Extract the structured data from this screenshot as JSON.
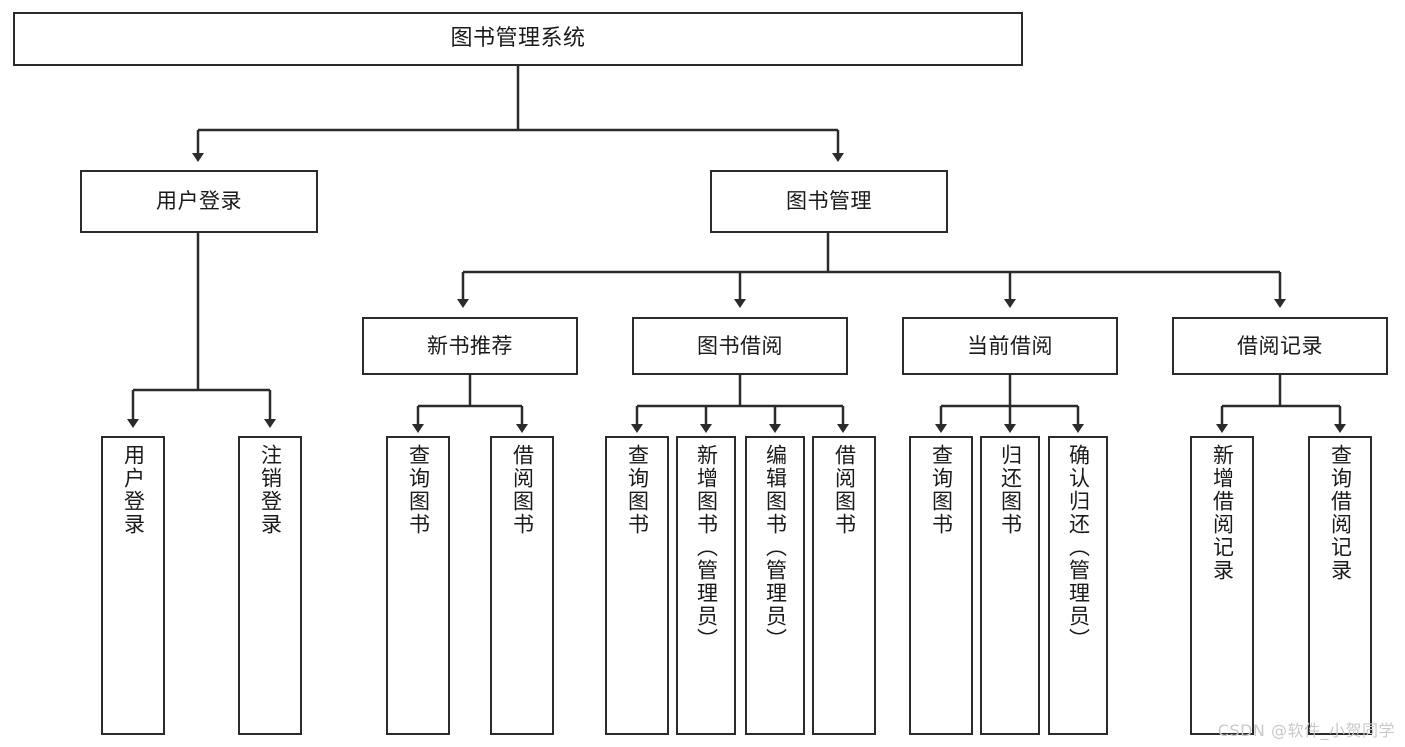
{
  "diagram": {
    "title": "图书管理系统",
    "type": "tree",
    "stroke_color": "#2b2b2b",
    "fill_color": "#ffffff",
    "text_color": "#1a1a1a",
    "root": {
      "label": "图书管理系统"
    },
    "level2": [
      {
        "label": "用户登录"
      },
      {
        "label": "图书管理"
      }
    ],
    "level3": [
      {
        "label": "新书推荐"
      },
      {
        "label": "图书借阅"
      },
      {
        "label": "当前借阅"
      },
      {
        "label": "借阅记录"
      }
    ],
    "leaves": {
      "user_login": [
        {
          "label": "用户登录"
        },
        {
          "label": "注销登录"
        }
      ],
      "new_book_recommend": [
        {
          "label": "查询图书"
        },
        {
          "label": "借阅图书"
        }
      ],
      "book_borrow": [
        {
          "label": "查询图书"
        },
        {
          "label": "新增图书（管理员）"
        },
        {
          "label": "编辑图书（管理员）"
        },
        {
          "label": "借阅图书"
        }
      ],
      "current_borrow": [
        {
          "label": "查询图书"
        },
        {
          "label": "归还图书"
        },
        {
          "label": "确认归还（管理员）"
        }
      ],
      "borrow_record": [
        {
          "label": "新增借阅记录"
        },
        {
          "label": "查询借阅记录"
        }
      ]
    }
  },
  "watermark": {
    "text": "CSDN @软件_小贺同学"
  }
}
